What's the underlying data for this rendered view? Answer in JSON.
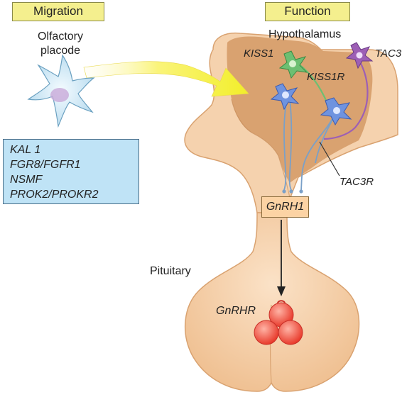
{
  "headers": {
    "migration": "Migration",
    "function": "Function"
  },
  "left": {
    "cell_label_line1": "Olfactory",
    "cell_label_line2": "placode",
    "genes": [
      "KAL 1",
      "FGR8/FGFR1",
      "NSMF",
      "PROK2/PROKR2"
    ]
  },
  "right": {
    "hypothalamus": "Hypothalamus",
    "kiss1": "KISS1",
    "kiss1r": "KISS1R",
    "tac3": "TAC3",
    "tac3r": "TAC3R",
    "gnrh1": "GnRH1",
    "pituitary": "Pituitary",
    "gnrhr": "GnRHR"
  },
  "colors": {
    "header_fill": "#f4ef8e",
    "gene_box_fill": "#bfe3f6",
    "tissue_dark": "#d9a270",
    "tissue_light": "#f5d2ae",
    "arrow_yellow": "#f2ee2a",
    "neuron_blue": "#6f93df",
    "neuron_green": "#6dbf72",
    "neuron_purple": "#9d5fb5",
    "receptor_red": "#ef4a3a"
  },
  "icons": [
    "olfactory-placode-cell-icon",
    "neuron-icon",
    "receptor-cell-icon",
    "curved-arrow-icon"
  ]
}
